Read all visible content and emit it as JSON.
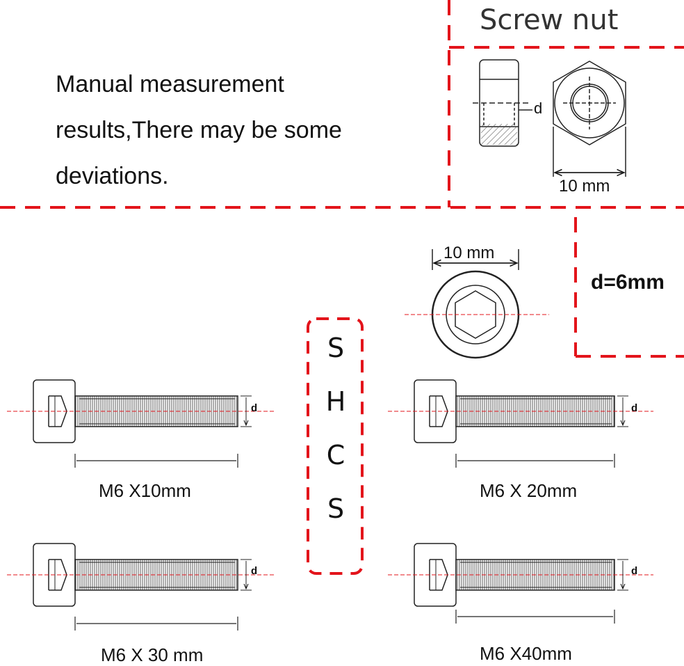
{
  "note": {
    "lines": [
      "Manual measurement",
      "results,There may be some",
      "deviations."
    ]
  },
  "screw_nut": {
    "title": "Screw nut",
    "d_label": "d",
    "width_label": "10 mm"
  },
  "head_view": {
    "width_label": "10 mm"
  },
  "diameter": "d=6mm",
  "shcs_letters": [
    "S",
    "H",
    "C",
    "S"
  ],
  "bolts": [
    {
      "label": "M6 X10mm",
      "d_label": "d"
    },
    {
      "label": "M6 X 20mm",
      "d_label": "d"
    },
    {
      "label": "M6 X 30 mm",
      "d_label": "d"
    },
    {
      "label": "M6 X40mm",
      "d_label": "d"
    }
  ],
  "colors": {
    "dash": "#e3141b",
    "ink": "#111111"
  }
}
